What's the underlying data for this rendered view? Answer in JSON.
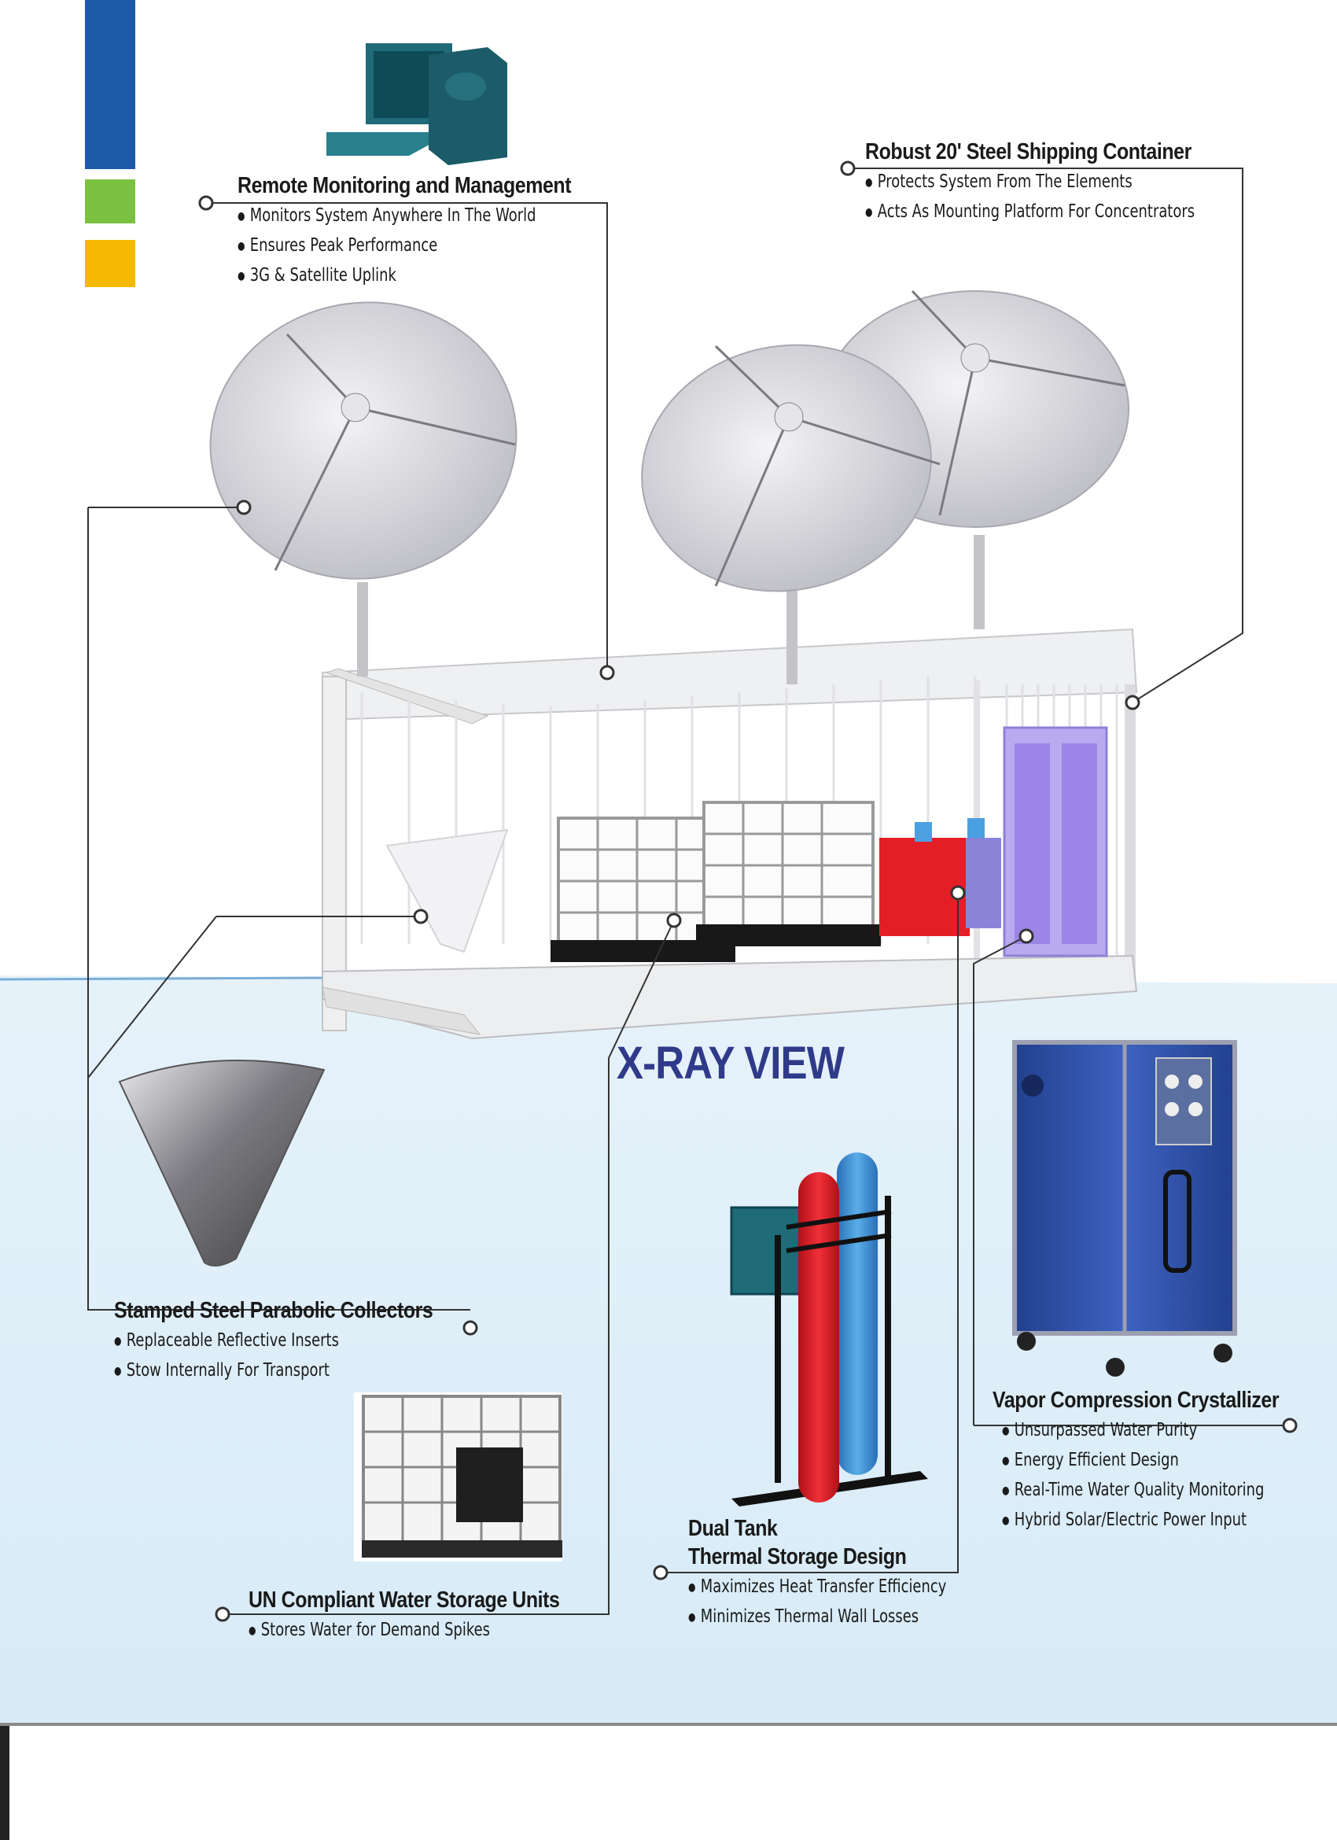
{
  "callouts": {
    "remote": {
      "title": "Remote Monitoring and Management",
      "items": [
        "Monitors System Anywhere In The World",
        "Ensures Peak Performance",
        "3G & Satellite Uplink"
      ]
    },
    "container": {
      "title": "Robust 20' Steel Shipping Container",
      "items": [
        "Protects System From The Elements",
        "Acts As Mounting Platform For Concentrators"
      ]
    },
    "collectors": {
      "title": "Stamped Steel Parabolic Collectors",
      "items": [
        "Replaceable Reflective Inserts",
        "Stow Internally For Transport"
      ]
    },
    "storage": {
      "title": "UN Compliant Water Storage Units",
      "items": [
        "Stores Water for Demand Spikes"
      ]
    },
    "thermal": {
      "title_line1": "Dual Tank",
      "title_line2": "Thermal Storage Design",
      "items": [
        "Maximizes Heat Transfer Efficiency",
        "Minimizes Thermal Wall Losses"
      ]
    },
    "crystallizer": {
      "title": "Vapor Compression Crystallizer",
      "items": [
        "Unsurpassed Water Purity",
        "Energy Efficient Design",
        "Real-Time Water Quality Monitoring",
        "Hybrid Solar/Electric Power Input"
      ]
    }
  },
  "xray_label": "X-RAY VIEW",
  "colors": {
    "bar_blue": "#1f5aa8",
    "bar_green": "#7cc242",
    "bar_yellow": "#f5b800",
    "background_lower": "#dcedf8",
    "tank_red": "#e0202a",
    "tank_blue": "#3b8fd6",
    "crystallizer_blue": "#2f4fa8",
    "title_navy": "#2f3a8a"
  },
  "icons": [
    "computer-icon",
    "satellite-dish",
    "ibc-tote",
    "crystallizer-unit",
    "thermal-tanks",
    "parabolic-collector"
  ]
}
